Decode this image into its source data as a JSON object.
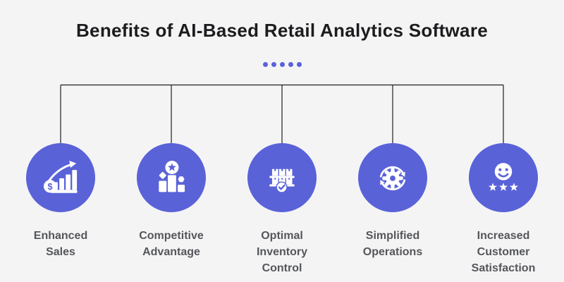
{
  "title": "Benefits of AI-Based Retail Analytics Software",
  "decoration": {
    "dot_count": 5
  },
  "colors": {
    "background": "#f4f4f5",
    "accent": "#5a62d8",
    "line": "#1e1e1e",
    "title": "#1c1c1e",
    "label": "#55565a"
  },
  "benefits": [
    {
      "label": "Enhanced Sales",
      "icon": "sales-growth-chart-icon"
    },
    {
      "label": "Competitive Advantage",
      "icon": "podium-star-icon"
    },
    {
      "label": "Optimal Inventory Control",
      "icon": "inventory-shelves-check-icon"
    },
    {
      "label": "Simplified Operations",
      "icon": "gear-sync-arrows-icon"
    },
    {
      "label": "Increased Customer Satisfaction",
      "icon": "smiley-face-stars-icon"
    }
  ]
}
